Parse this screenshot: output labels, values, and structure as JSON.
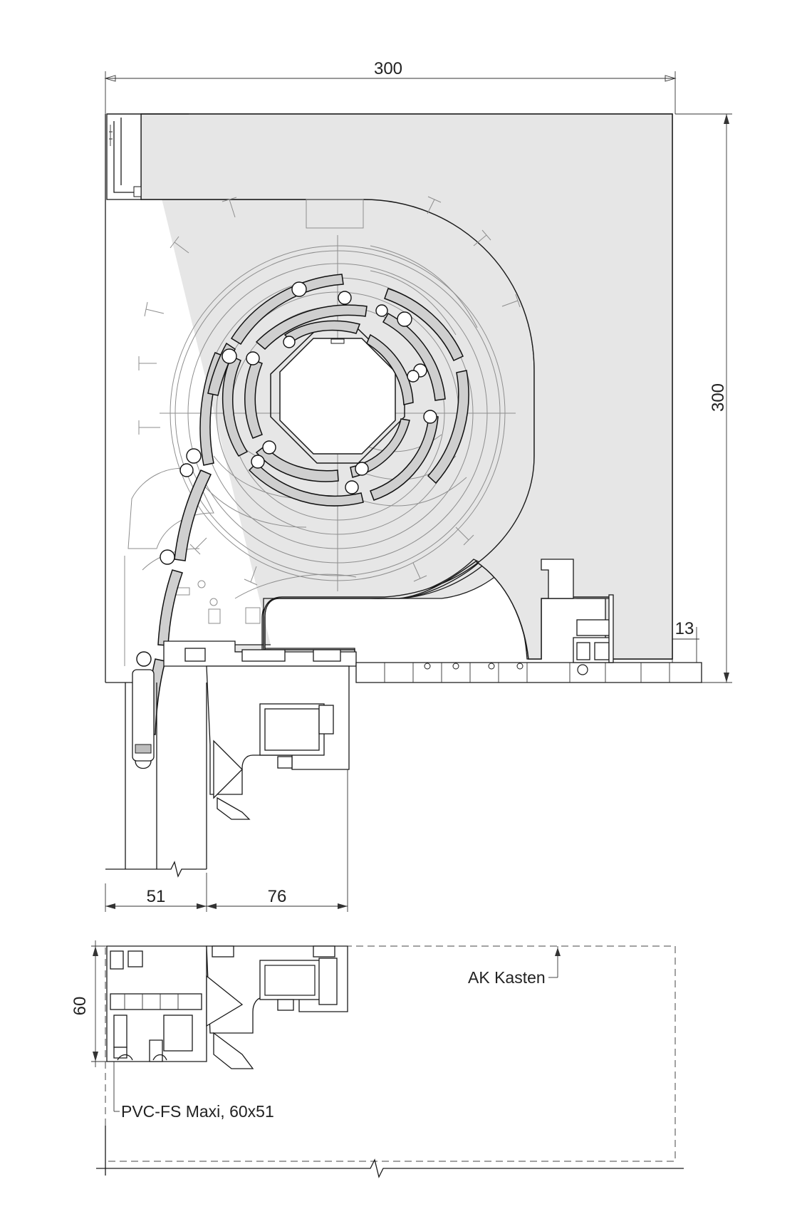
{
  "dimensions": {
    "box_width": "300",
    "box_height": "300",
    "offset_right": "13",
    "guide_rail_width": "51",
    "frame_depth": "76",
    "guide_height": "60"
  },
  "labels": {
    "box_type": "AK Kasten",
    "guide_rail": "PVC-FS Maxi, 60x51"
  },
  "colors": {
    "box_fill": "#e6e6e6",
    "slat_fill": "#cfcfcf",
    "line": "#1a1a1a",
    "ghost_line": "#8e8e8e"
  }
}
